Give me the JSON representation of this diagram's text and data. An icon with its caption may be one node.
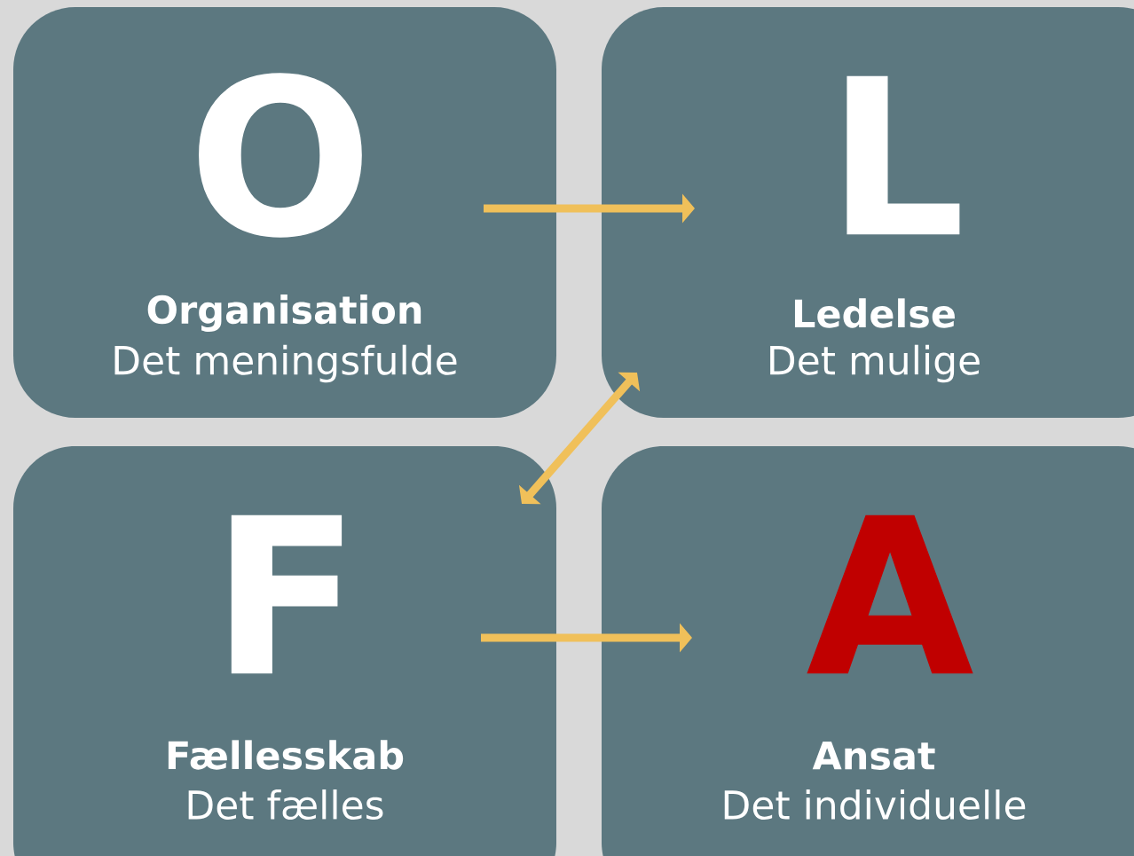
{
  "diagram": {
    "nodes": [
      {
        "text": [
          "O",
          "Organisation",
          "Det meningsfulde"
        ]
      },
      {
        "text": [
          "L",
          "Ledelse",
          "Det mulige"
        ]
      },
      {
        "text": [
          "F",
          "Fællesskab",
          "Det fælles"
        ]
      },
      {
        "text": [
          "A",
          "Ansat",
          "Det individuelle"
        ]
      }
    ],
    "edges": [
      {
        "from": 0,
        "to": 1,
        "arrow": "to"
      },
      {
        "from": 1,
        "to": 2,
        "arrow": "both"
      },
      {
        "from": 2,
        "to": 3,
        "arrow": "to"
      }
    ]
  }
}
